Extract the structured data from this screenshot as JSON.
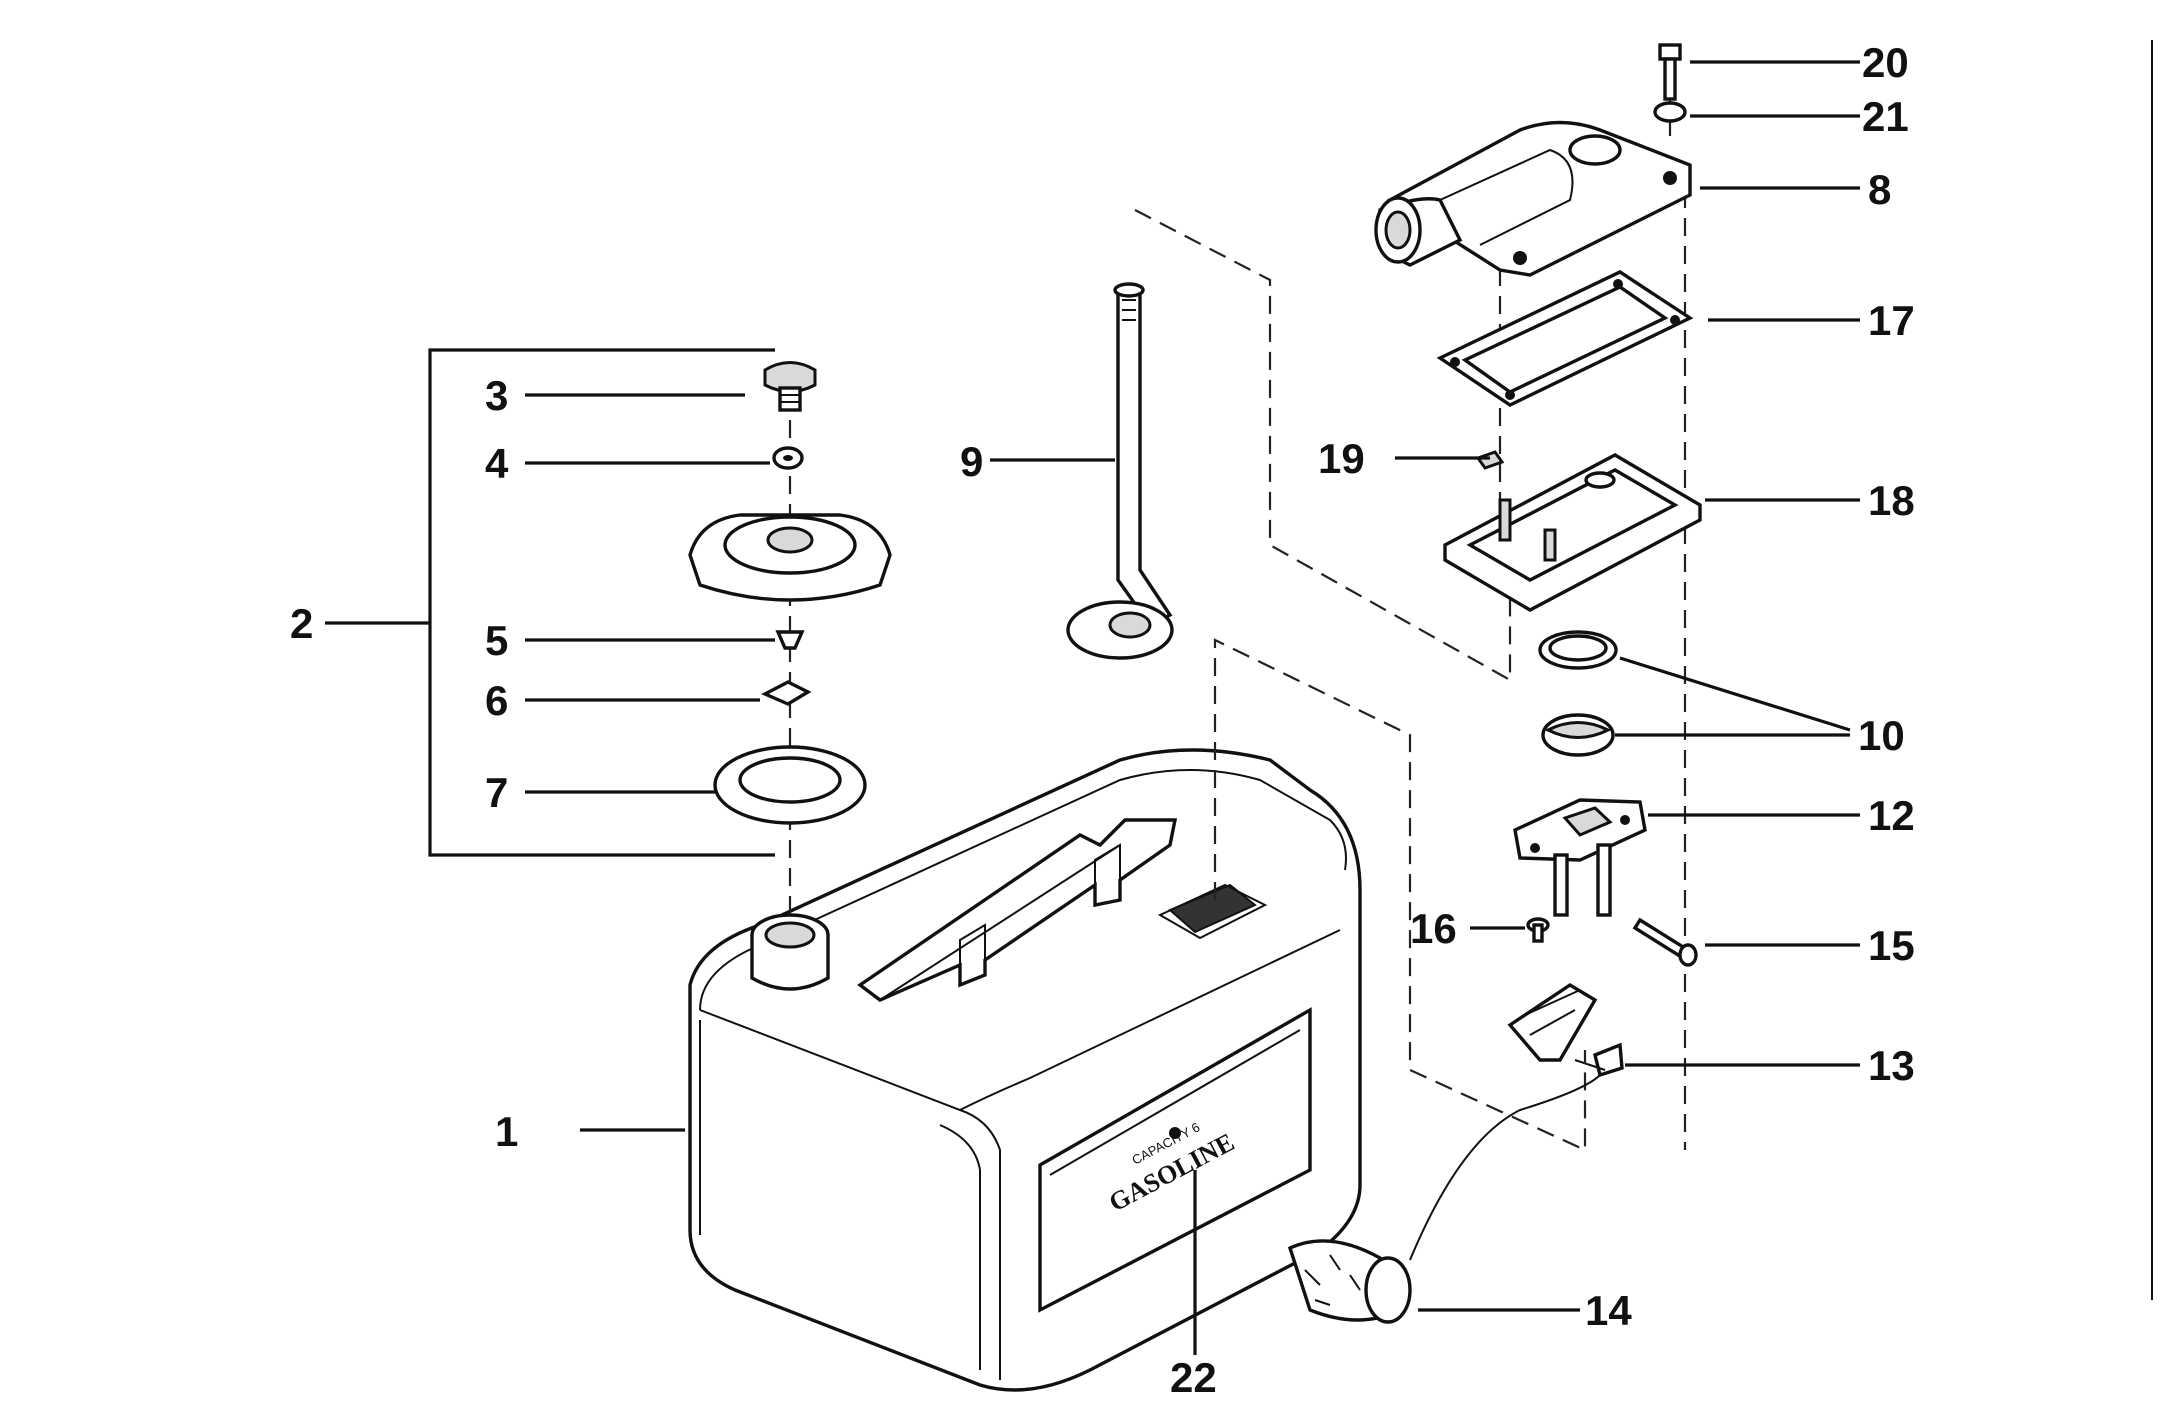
{
  "diagram": {
    "callouts": [
      {
        "id": "1",
        "label": "1"
      },
      {
        "id": "2",
        "label": "2"
      },
      {
        "id": "3",
        "label": "3"
      },
      {
        "id": "4",
        "label": "4"
      },
      {
        "id": "5",
        "label": "5"
      },
      {
        "id": "6",
        "label": "6"
      },
      {
        "id": "7",
        "label": "7"
      },
      {
        "id": "8",
        "label": "8"
      },
      {
        "id": "9",
        "label": "9"
      },
      {
        "id": "10",
        "label": "10"
      },
      {
        "id": "12",
        "label": "12"
      },
      {
        "id": "13",
        "label": "13"
      },
      {
        "id": "14",
        "label": "14"
      },
      {
        "id": "15",
        "label": "15"
      },
      {
        "id": "16",
        "label": "16"
      },
      {
        "id": "17",
        "label": "17"
      },
      {
        "id": "18",
        "label": "18"
      },
      {
        "id": "19",
        "label": "19"
      },
      {
        "id": "20",
        "label": "20"
      },
      {
        "id": "21",
        "label": "21"
      },
      {
        "id": "22",
        "label": "22"
      }
    ],
    "tank_decal": {
      "brand_text": "GASOLINE",
      "small_text": "CAPACITY 6"
    },
    "parts": [
      "fuel-tank",
      "fill-cap-assembly",
      "vent-screw",
      "vent-washer",
      "fill-cap",
      "vent-valve",
      "cap-seal-washer",
      "cap-gasket",
      "fuel-connector-housing",
      "pickup-tube",
      "filter-and-seal",
      "float-bracket",
      "float-arm",
      "float",
      "pivot-pin",
      "bracket-screw",
      "gasket",
      "gauge-base-plate",
      "clip",
      "screw",
      "washer",
      "decal"
    ]
  }
}
